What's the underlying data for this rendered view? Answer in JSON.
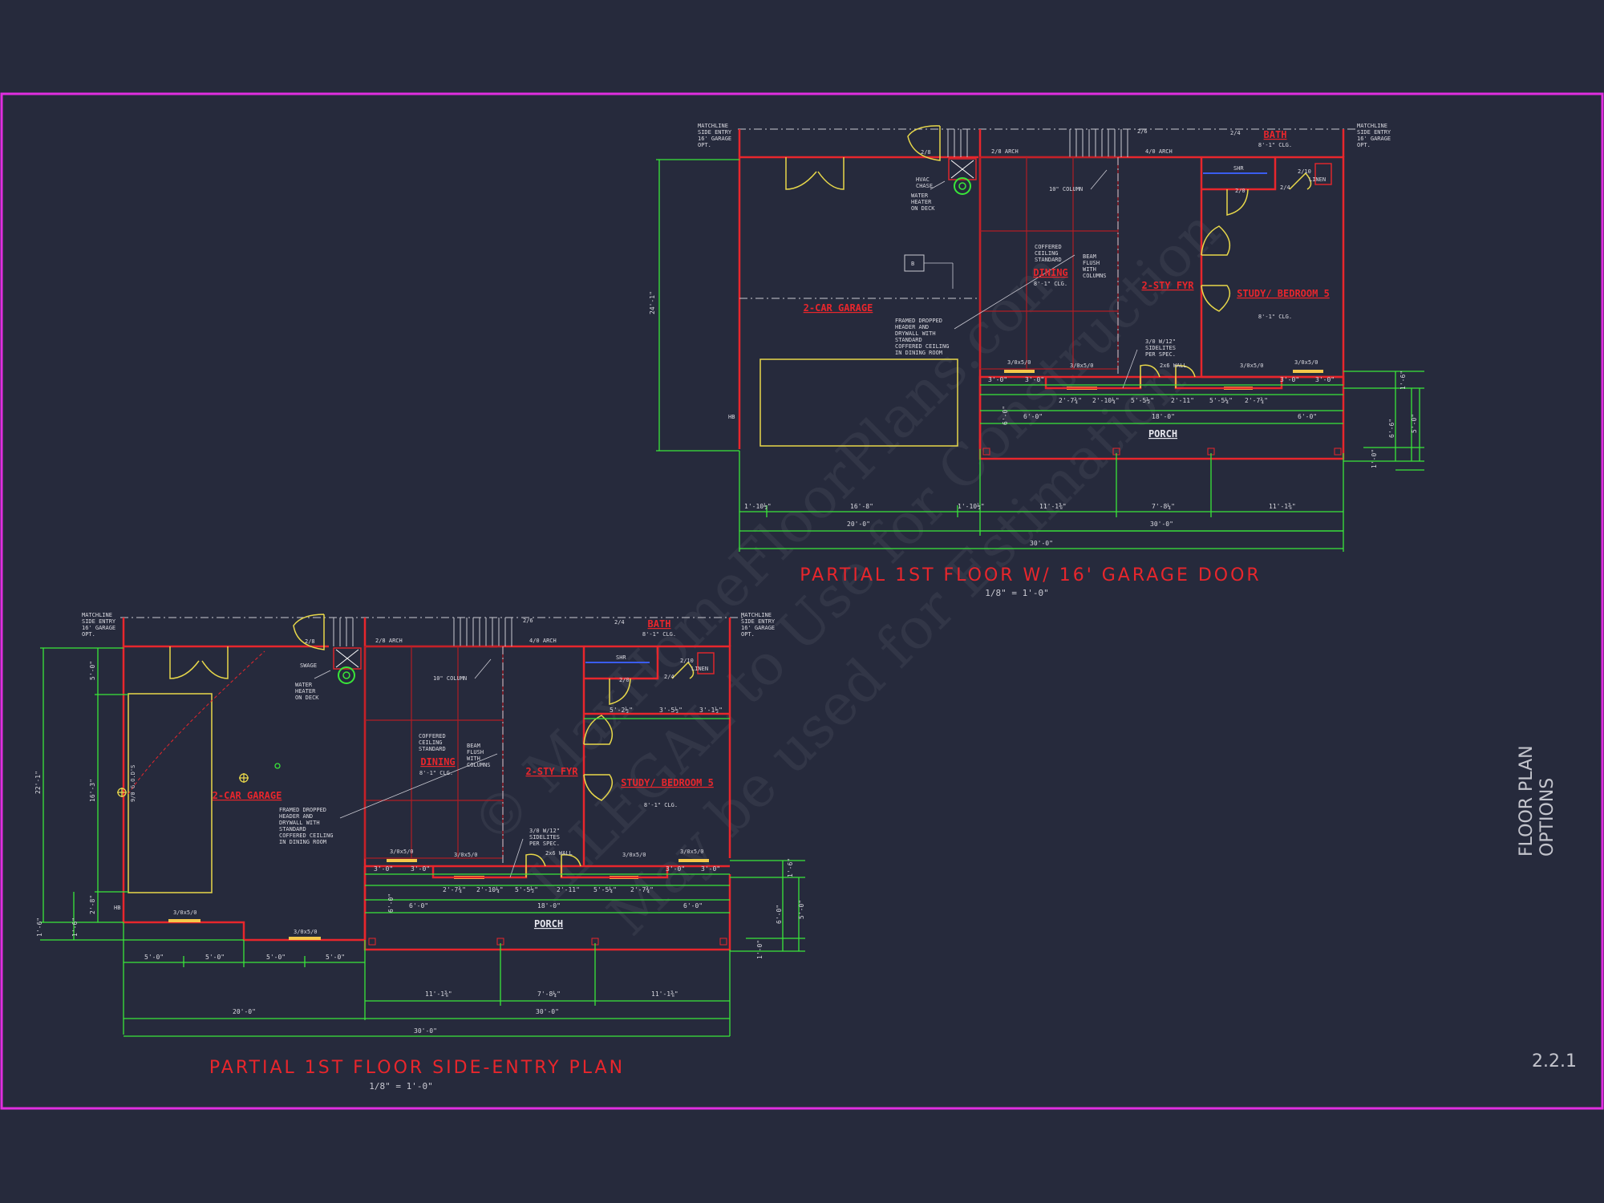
{
  "sheet": {
    "side_title_line1": "FLOOR PLAN",
    "side_title_line2": "OPTIONS",
    "sheet_number": "2.2.1",
    "watermark_line1": "© MaxHomeFloorPlans.com",
    "watermark_line2": "ILLEGAL to Use for Construction",
    "watermark_line3": "May be used for Estimation",
    "colors": {
      "background": "#262a3c",
      "border": "#e02ee0",
      "wall": "#e8262c",
      "dimension": "#39e639",
      "window": "#e8c84a",
      "text": "#d9d9e0"
    }
  },
  "plan_a": {
    "title": "PARTIAL 1ST FLOOR W/ 16' GARAGE DOOR",
    "scale": "1/8\" = 1'-0\"",
    "matchline_left": [
      "MATCHLINE",
      "SIDE ENTRY",
      "16' GARAGE",
      "OPT."
    ],
    "matchline_right": [
      "MATCHLINE",
      "SIDE ENTRY",
      "16' GARAGE",
      "OPT."
    ],
    "rooms": {
      "garage": "2-CAR GARAGE",
      "dining": "DINING",
      "dining_clg": "8'-1\" CLG.",
      "foyer": "2-STY FYR",
      "study": "STUDY/ BEDROOM 5",
      "study_clg": "8'-1\" CLG.",
      "bath": "BATH",
      "bath_clg": "8'-1\" CLG.",
      "porch": "PORCH"
    },
    "notes": {
      "hvac": [
        "HVAC",
        "CHASE"
      ],
      "water": [
        "WATER",
        "HEATER",
        "ON DECK"
      ],
      "column": "10\" COLUMN",
      "coffered": [
        "COFFERED",
        "CEILING",
        "STANDARD"
      ],
      "beam": [
        "BEAM",
        "FLUSH",
        "WITH",
        "COLUMNS"
      ],
      "framed": [
        "FRAMED DROPPED",
        "HEADER AND",
        "DRYWALL WITH",
        "STANDARD",
        "COFFERED CEILING",
        "IN DINING ROOM"
      ],
      "sidelite": [
        "3/0 W/12\"",
        "SIDELITES",
        "PER SPEC."
      ],
      "arch1": "2/8 ARCH",
      "arch2": "4/0 ARCH",
      "wall2x6": "2x6 WALL",
      "shr": "SHR",
      "linen": "LINEN",
      "hb": "HB",
      "b": "B",
      "d28": "2/8",
      "d26": "2/6",
      "d24": "2/4",
      "d210": "2/10",
      "d20": "2/0",
      "d24b": "2/4",
      "win": "3/0x5/0"
    },
    "dims": {
      "w30": "30'-0\"",
      "w20": "20'-0\"",
      "w30b": "30'-0\"",
      "d168": "16'-8\"",
      "d105": "1'-10½\"",
      "d1118": "11'-1⅜\"",
      "d78": "7'-8¼\"",
      "depth": "24'-1\"",
      "p6": "6'-0\"",
      "p18": "18'-0\"",
      "p5": "5'-0\"",
      "p30": "3'-0\"",
      "p274": "2'-7¾\"",
      "p2104": "2'-10¼\"",
      "p556": "5'-5½\"",
      "p211": "2'-11\"",
      "p554": "5'-5¼\"",
      "p10": "1'-0\"",
      "p16": "1'-6\"",
      "p66": "6'-6\""
    }
  },
  "plan_b": {
    "title": "PARTIAL 1ST FLOOR SIDE-ENTRY PLAN",
    "scale": "1/8\" = 1'-0\"",
    "matchline_left": [
      "MATCHLINE",
      "SIDE ENTRY",
      "16' GARAGE",
      "OPT."
    ],
    "matchline_right": [
      "MATCHLINE",
      "SIDE ENTRY",
      "16' GARAGE",
      "OPT."
    ],
    "rooms": {
      "garage": "2-CAR GARAGE",
      "dining": "DINING",
      "dining_clg": "8'-1\" CLG.",
      "foyer": "2-STY FYR",
      "study": "STUDY/ BEDROOM 5",
      "study_clg": "8'-1\" CLG.",
      "bath": "BATH",
      "bath_clg": "8'-1\" CLG.",
      "porch": "PORCH"
    },
    "notes": {
      "swag": "SWAGE",
      "water": [
        "WATER",
        "HEATER",
        "ON DECK"
      ],
      "column": "10\" COLUMN",
      "coffered": [
        "COFFERED",
        "CEILING",
        "STANDARD"
      ],
      "beam": [
        "BEAM",
        "FLUSH",
        "WITH",
        "COLUMNS"
      ],
      "framed": [
        "FRAMED DROPPED",
        "HEADER AND",
        "DRYWALL WITH",
        "STANDARD",
        "COFFERED CEILING",
        "IN DINING ROOM"
      ],
      "sidelite": [
        "3/0 W/12\"",
        "SIDELITES",
        "PER SPEC."
      ],
      "arch1": "2/8 ARCH",
      "arch2": "4/0 ARCH",
      "wall2x6": "2x6 WALL",
      "shr": "SHR",
      "linen": "LINEN",
      "hb": "HB",
      "garage_door": "9/0 G.O.D'S",
      "d28": "2/8",
      "d26": "2/6",
      "d24": "2/4",
      "d210": "2/10",
      "d20": "2/0",
      "win": "3/0x5/0"
    },
    "dims": {
      "w30": "30'-0\"",
      "w20": "20'-0\"",
      "w30b": "30'-0\"",
      "depth": "22'-1\"",
      "g50": "5'-0\"",
      "g163": "16'-3\"",
      "g28": "2'-8\"",
      "s5": "5'-0\"",
      "d1118": "11'-1⅜\"",
      "d78": "7'-8¼\"",
      "p6": "6'-0\"",
      "p18": "18'-0\"",
      "p30": "3'-0\"",
      "p274": "2'-7¾\"",
      "p2104": "2'-10¼\"",
      "p556": "5'-5½\"",
      "p211": "2'-11\"",
      "p554": "5'-5¼\"",
      "r525": "5'-2½\"",
      "r535": "3'-5½\"",
      "r315": "3'-1½\"",
      "p10": "1'-0\"",
      "p16": "1'-6\""
    }
  }
}
